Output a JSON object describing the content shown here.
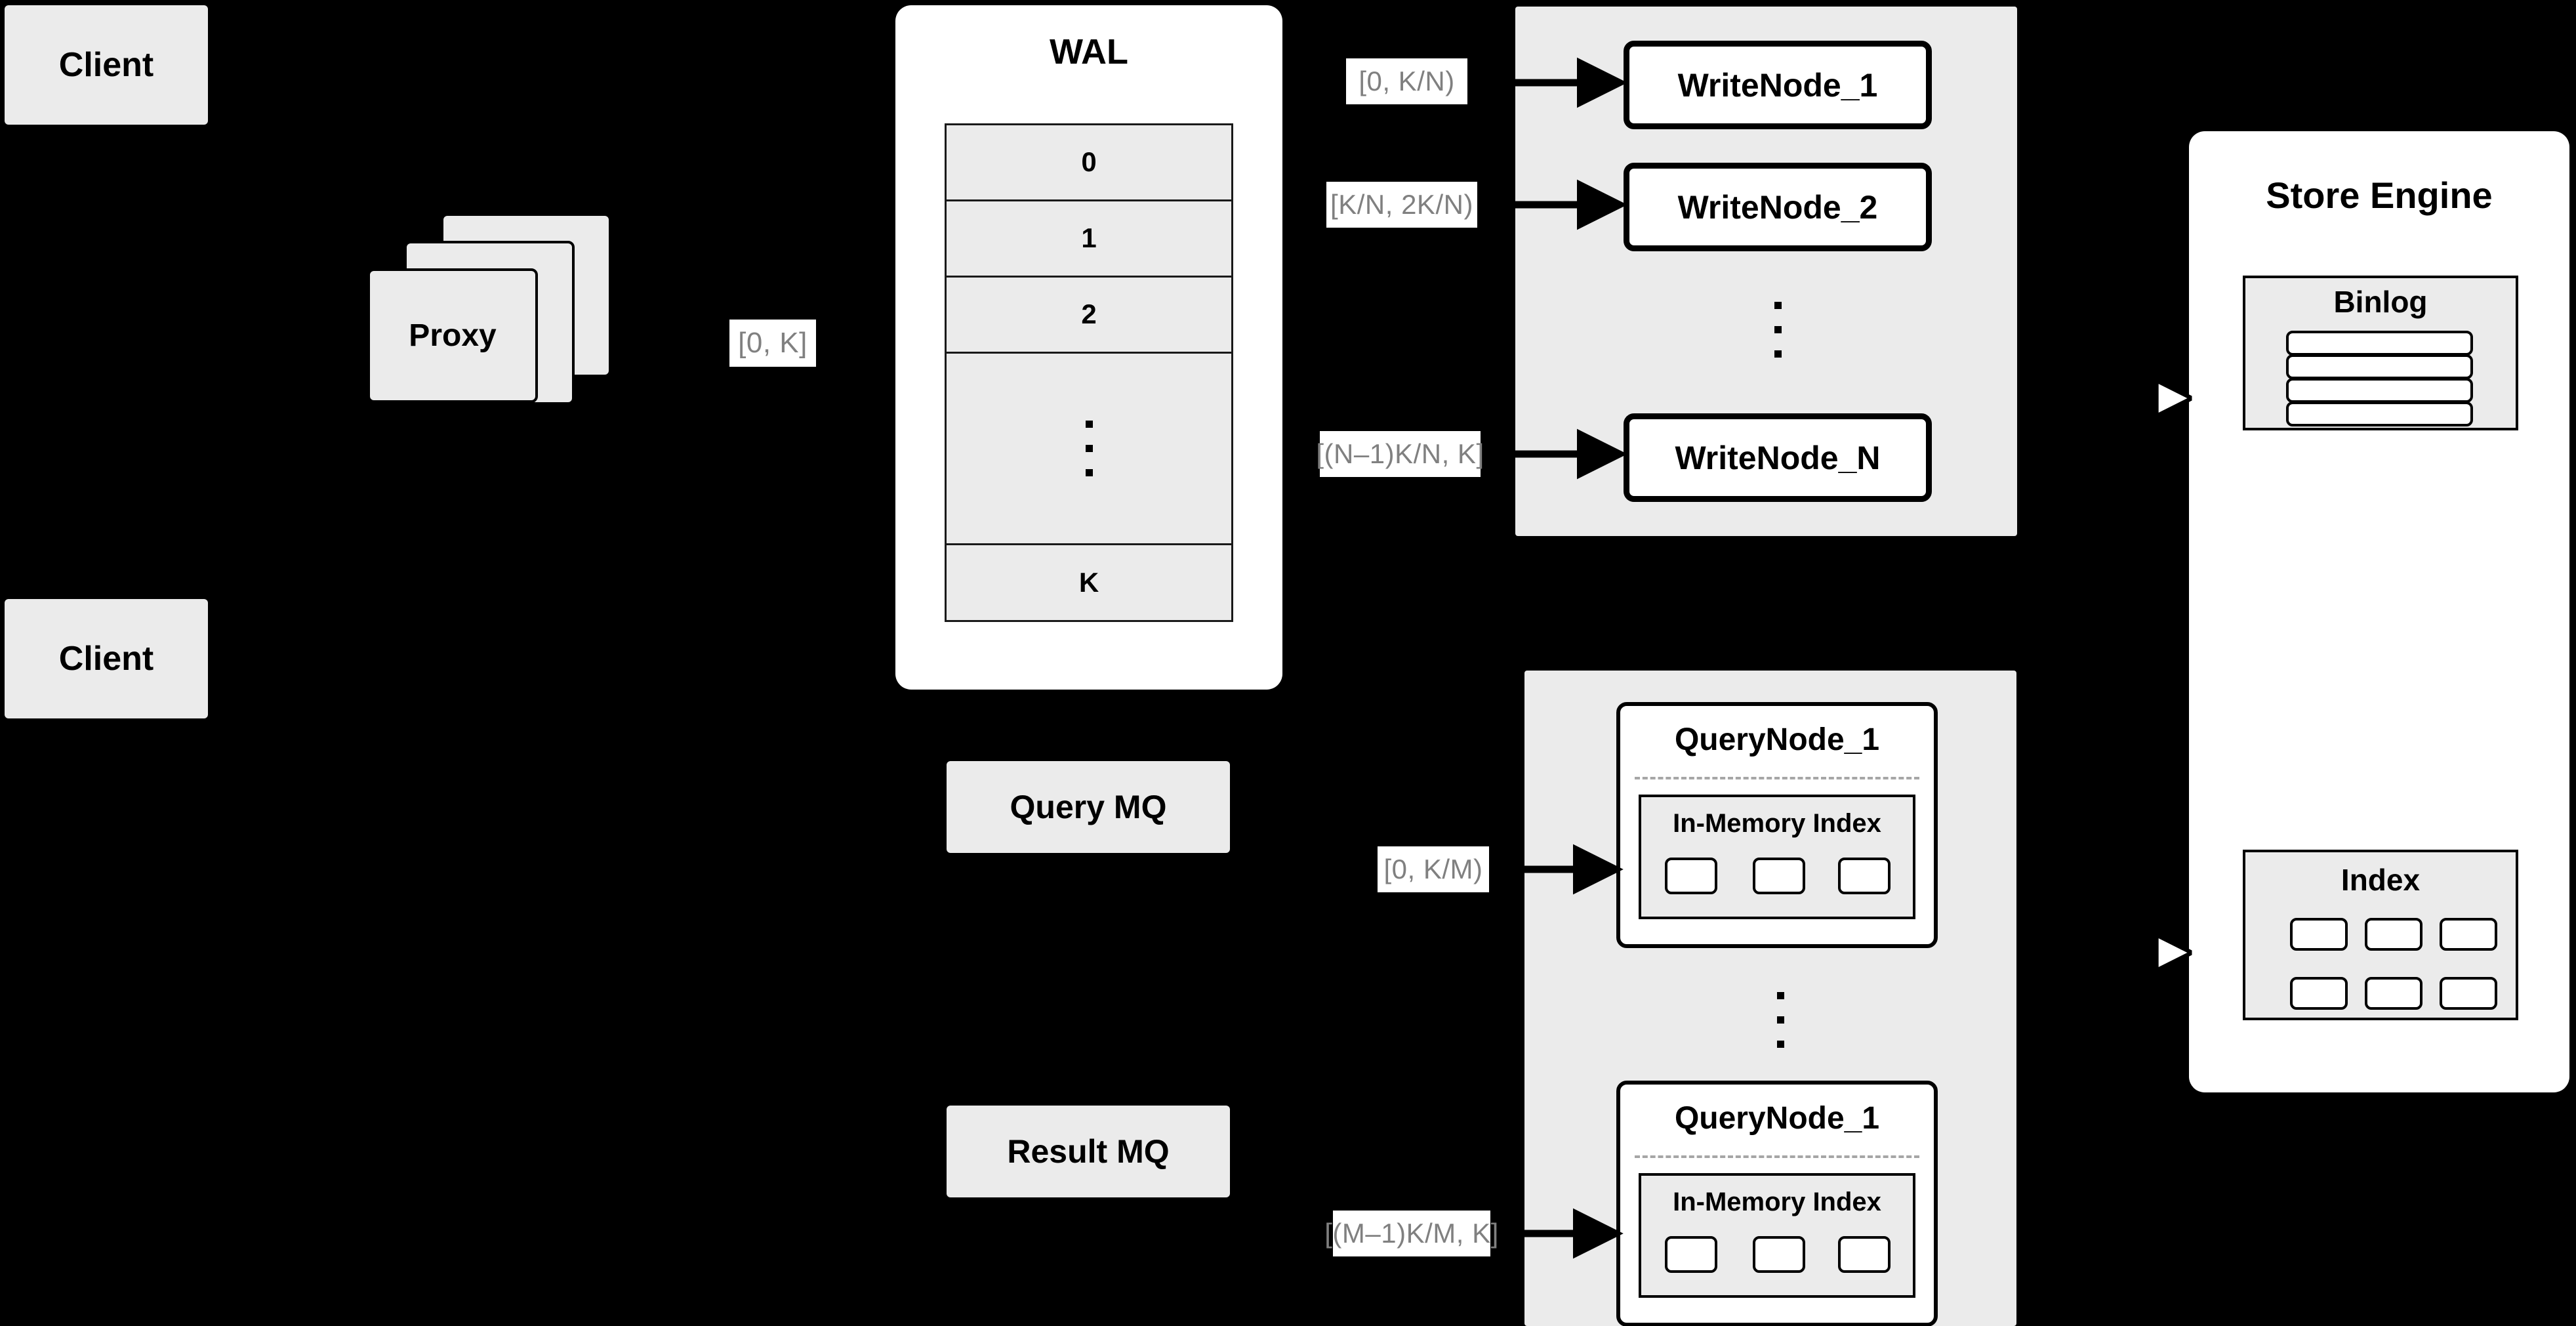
{
  "diagram": {
    "background_color": "#000000",
    "box_fill": "#ebebeb",
    "panel_fill": "#ffffff",
    "label_text_color": "#808080",
    "stroke_color": "#000000"
  },
  "clients": [
    {
      "label": "Client"
    },
    {
      "label": "Client"
    }
  ],
  "proxy": {
    "label": "Proxy",
    "stack_count": 3
  },
  "wal": {
    "title": "WAL",
    "rows": [
      "0",
      "1",
      "2",
      "⋮",
      "K"
    ],
    "dots_row_index": 3
  },
  "queues": [
    {
      "label": "Query MQ"
    },
    {
      "label": "Result MQ"
    }
  ],
  "range_labels": {
    "proxy_to_wal": "[0, K]",
    "write_node_1": "[0,  K/N)",
    "write_node_2": "[K/N, 2K/N)",
    "write_node_n": "[(N–1)K/N,  K]",
    "query_node_1": "[0, K/M)",
    "query_node_m": "[(M–1)K/M, K]"
  },
  "write_cluster": {
    "nodes": [
      {
        "label": "WriteNode_1"
      },
      {
        "label": "WriteNode_2"
      },
      {
        "label": "WriteNode_N"
      }
    ],
    "ellipsis_dots": 3
  },
  "query_cluster": {
    "nodes": [
      {
        "title": "QueryNode_1",
        "index_title": "In-Memory Index",
        "index_cells": 3
      },
      {
        "title": "QueryNode_1",
        "index_title": "In-Memory Index",
        "index_cells": 3
      }
    ],
    "ellipsis_dots": 3
  },
  "store_engine": {
    "title": "Store Engine",
    "binlog": {
      "title": "Binlog",
      "bars": 4
    },
    "index": {
      "title": "Index",
      "rows": 2,
      "cols": 3,
      "cells": 6
    }
  }
}
